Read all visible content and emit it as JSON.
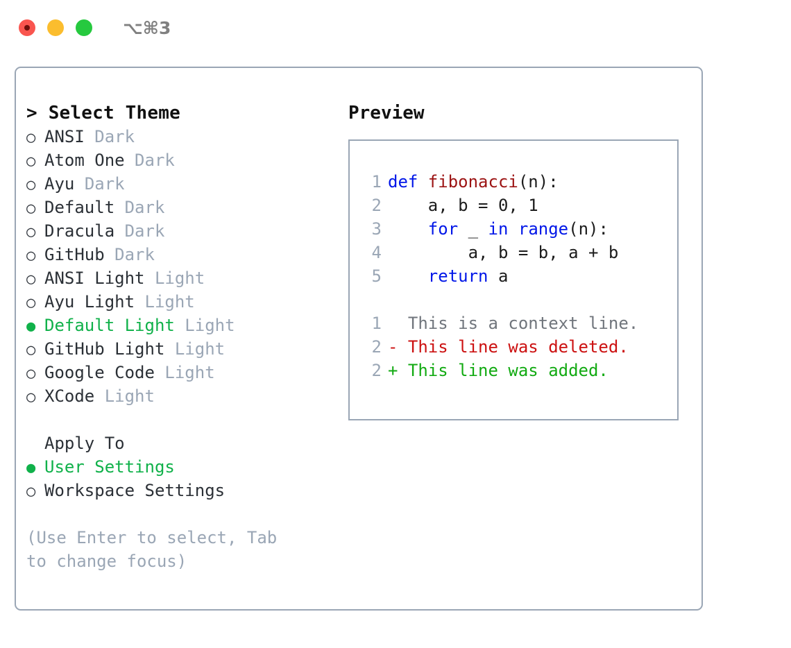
{
  "window": {
    "shortcut": "⌥⌘3",
    "traffic_lights": [
      {
        "name": "close",
        "color": "#f9554f"
      },
      {
        "name": "minimize",
        "color": "#fbbd2e"
      },
      {
        "name": "maximize",
        "color": "#26c93f"
      }
    ]
  },
  "theme_picker": {
    "title": "> Select Theme",
    "selected_marker": "●",
    "unselected_marker": "○",
    "options": [
      {
        "label": "ANSI",
        "suffix": "Dark",
        "selected": false
      },
      {
        "label": "Atom One",
        "suffix": "Dark",
        "selected": false
      },
      {
        "label": "Ayu",
        "suffix": "Dark",
        "selected": false
      },
      {
        "label": "Default",
        "suffix": "Dark",
        "selected": false
      },
      {
        "label": "Dracula",
        "suffix": "Dark",
        "selected": false
      },
      {
        "label": "GitHub",
        "suffix": "Dark",
        "selected": false
      },
      {
        "label": "ANSI Light",
        "suffix": "Light",
        "selected": false
      },
      {
        "label": "Ayu Light",
        "suffix": "Light",
        "selected": false
      },
      {
        "label": "Default Light",
        "suffix": "Light",
        "selected": true
      },
      {
        "label": "GitHub Light",
        "suffix": "Light",
        "selected": false
      },
      {
        "label": "Google Code",
        "suffix": "Light",
        "selected": false
      },
      {
        "label": "XCode",
        "suffix": "Light",
        "selected": false
      }
    ]
  },
  "apply_to": {
    "heading": "Apply To",
    "options": [
      {
        "label": "User Settings",
        "selected": true
      },
      {
        "label": "Workspace Settings",
        "selected": false
      }
    ]
  },
  "hint": "(Use Enter to select, Tab to change focus)",
  "preview": {
    "title": "Preview",
    "code_lines": [
      {
        "no": "1",
        "tokens": [
          {
            "t": "def ",
            "k": "kw"
          },
          {
            "t": "fibonacci",
            "k": "fn"
          },
          {
            "t": "(n):",
            "k": "plain"
          }
        ]
      },
      {
        "no": "2",
        "tokens": [
          {
            "t": "    a, b = 0, 1",
            "k": "plain"
          }
        ]
      },
      {
        "no": "3",
        "tokens": [
          {
            "t": "    ",
            "k": "plain"
          },
          {
            "t": "for",
            "k": "kw"
          },
          {
            "t": " _ ",
            "k": "plain"
          },
          {
            "t": "in",
            "k": "kw"
          },
          {
            "t": " ",
            "k": "plain"
          },
          {
            "t": "range",
            "k": "kw"
          },
          {
            "t": "(n):",
            "k": "plain"
          }
        ]
      },
      {
        "no": "4",
        "tokens": [
          {
            "t": "        a, b = b, a + b",
            "k": "plain"
          }
        ]
      },
      {
        "no": "5",
        "tokens": [
          {
            "t": "    ",
            "k": "plain"
          },
          {
            "t": "return",
            "k": "kw"
          },
          {
            "t": " a",
            "k": "plain"
          }
        ]
      }
    ],
    "diff_lines": [
      {
        "no": "1",
        "text": "  This is a context line.",
        "kind": "context"
      },
      {
        "no": "2",
        "text": "- This line was deleted.",
        "kind": "deleted"
      },
      {
        "no": "2",
        "text": "+ This line was added.",
        "kind": "added"
      }
    ]
  },
  "colors": {
    "accent_green": "#10b14a",
    "muted_blue_gray": "#9aa6b5",
    "keyword_blue": "#0016e8",
    "function_red": "#9c1313",
    "diff_deleted": "#cc1111",
    "diff_added": "#12aa12",
    "diff_context": "#70757c"
  }
}
